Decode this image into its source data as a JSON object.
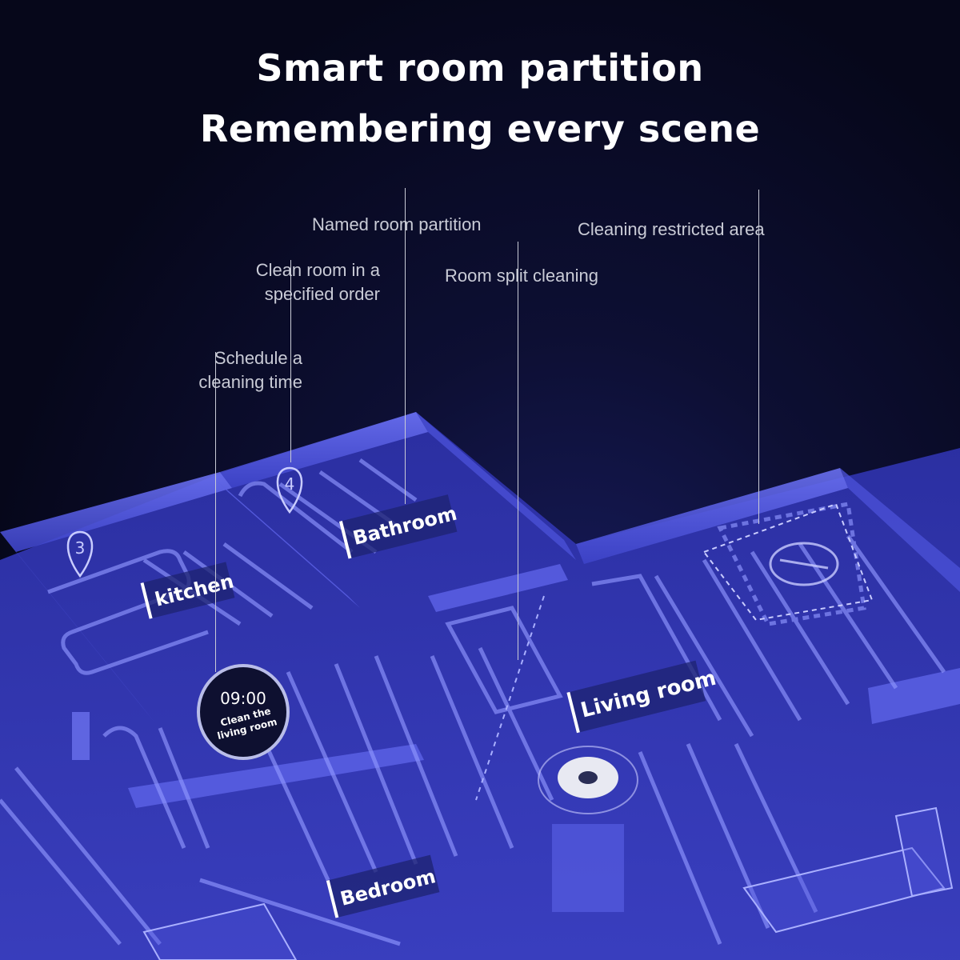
{
  "headline": {
    "line1": "Smart room partition",
    "line2": "Remembering every scene"
  },
  "callouts": {
    "named_room_partition": "Named room partition",
    "cleaning_restricted_area": "Cleaning restricted area",
    "clean_order_line1": "Clean room in a",
    "clean_order_line2": "specified order",
    "room_split_cleaning": "Room split cleaning",
    "schedule_line1": "Schedule a",
    "schedule_line2": "cleaning time"
  },
  "rooms": {
    "kitchen": "kitchen",
    "bathroom": "Bathroom",
    "living_room": "Living room",
    "bedroom": "Bedroom"
  },
  "markers": {
    "kitchen_order": "3",
    "bathroom_order": "4"
  },
  "schedule_badge": {
    "time": "09:00",
    "line1": "Clean the",
    "line2": "living room"
  },
  "colors": {
    "floor": "#3a3fbf",
    "wall": "#5b62e6",
    "path": "#8f96ff",
    "text": "#ffffff",
    "callout": "#c9cbd6"
  }
}
